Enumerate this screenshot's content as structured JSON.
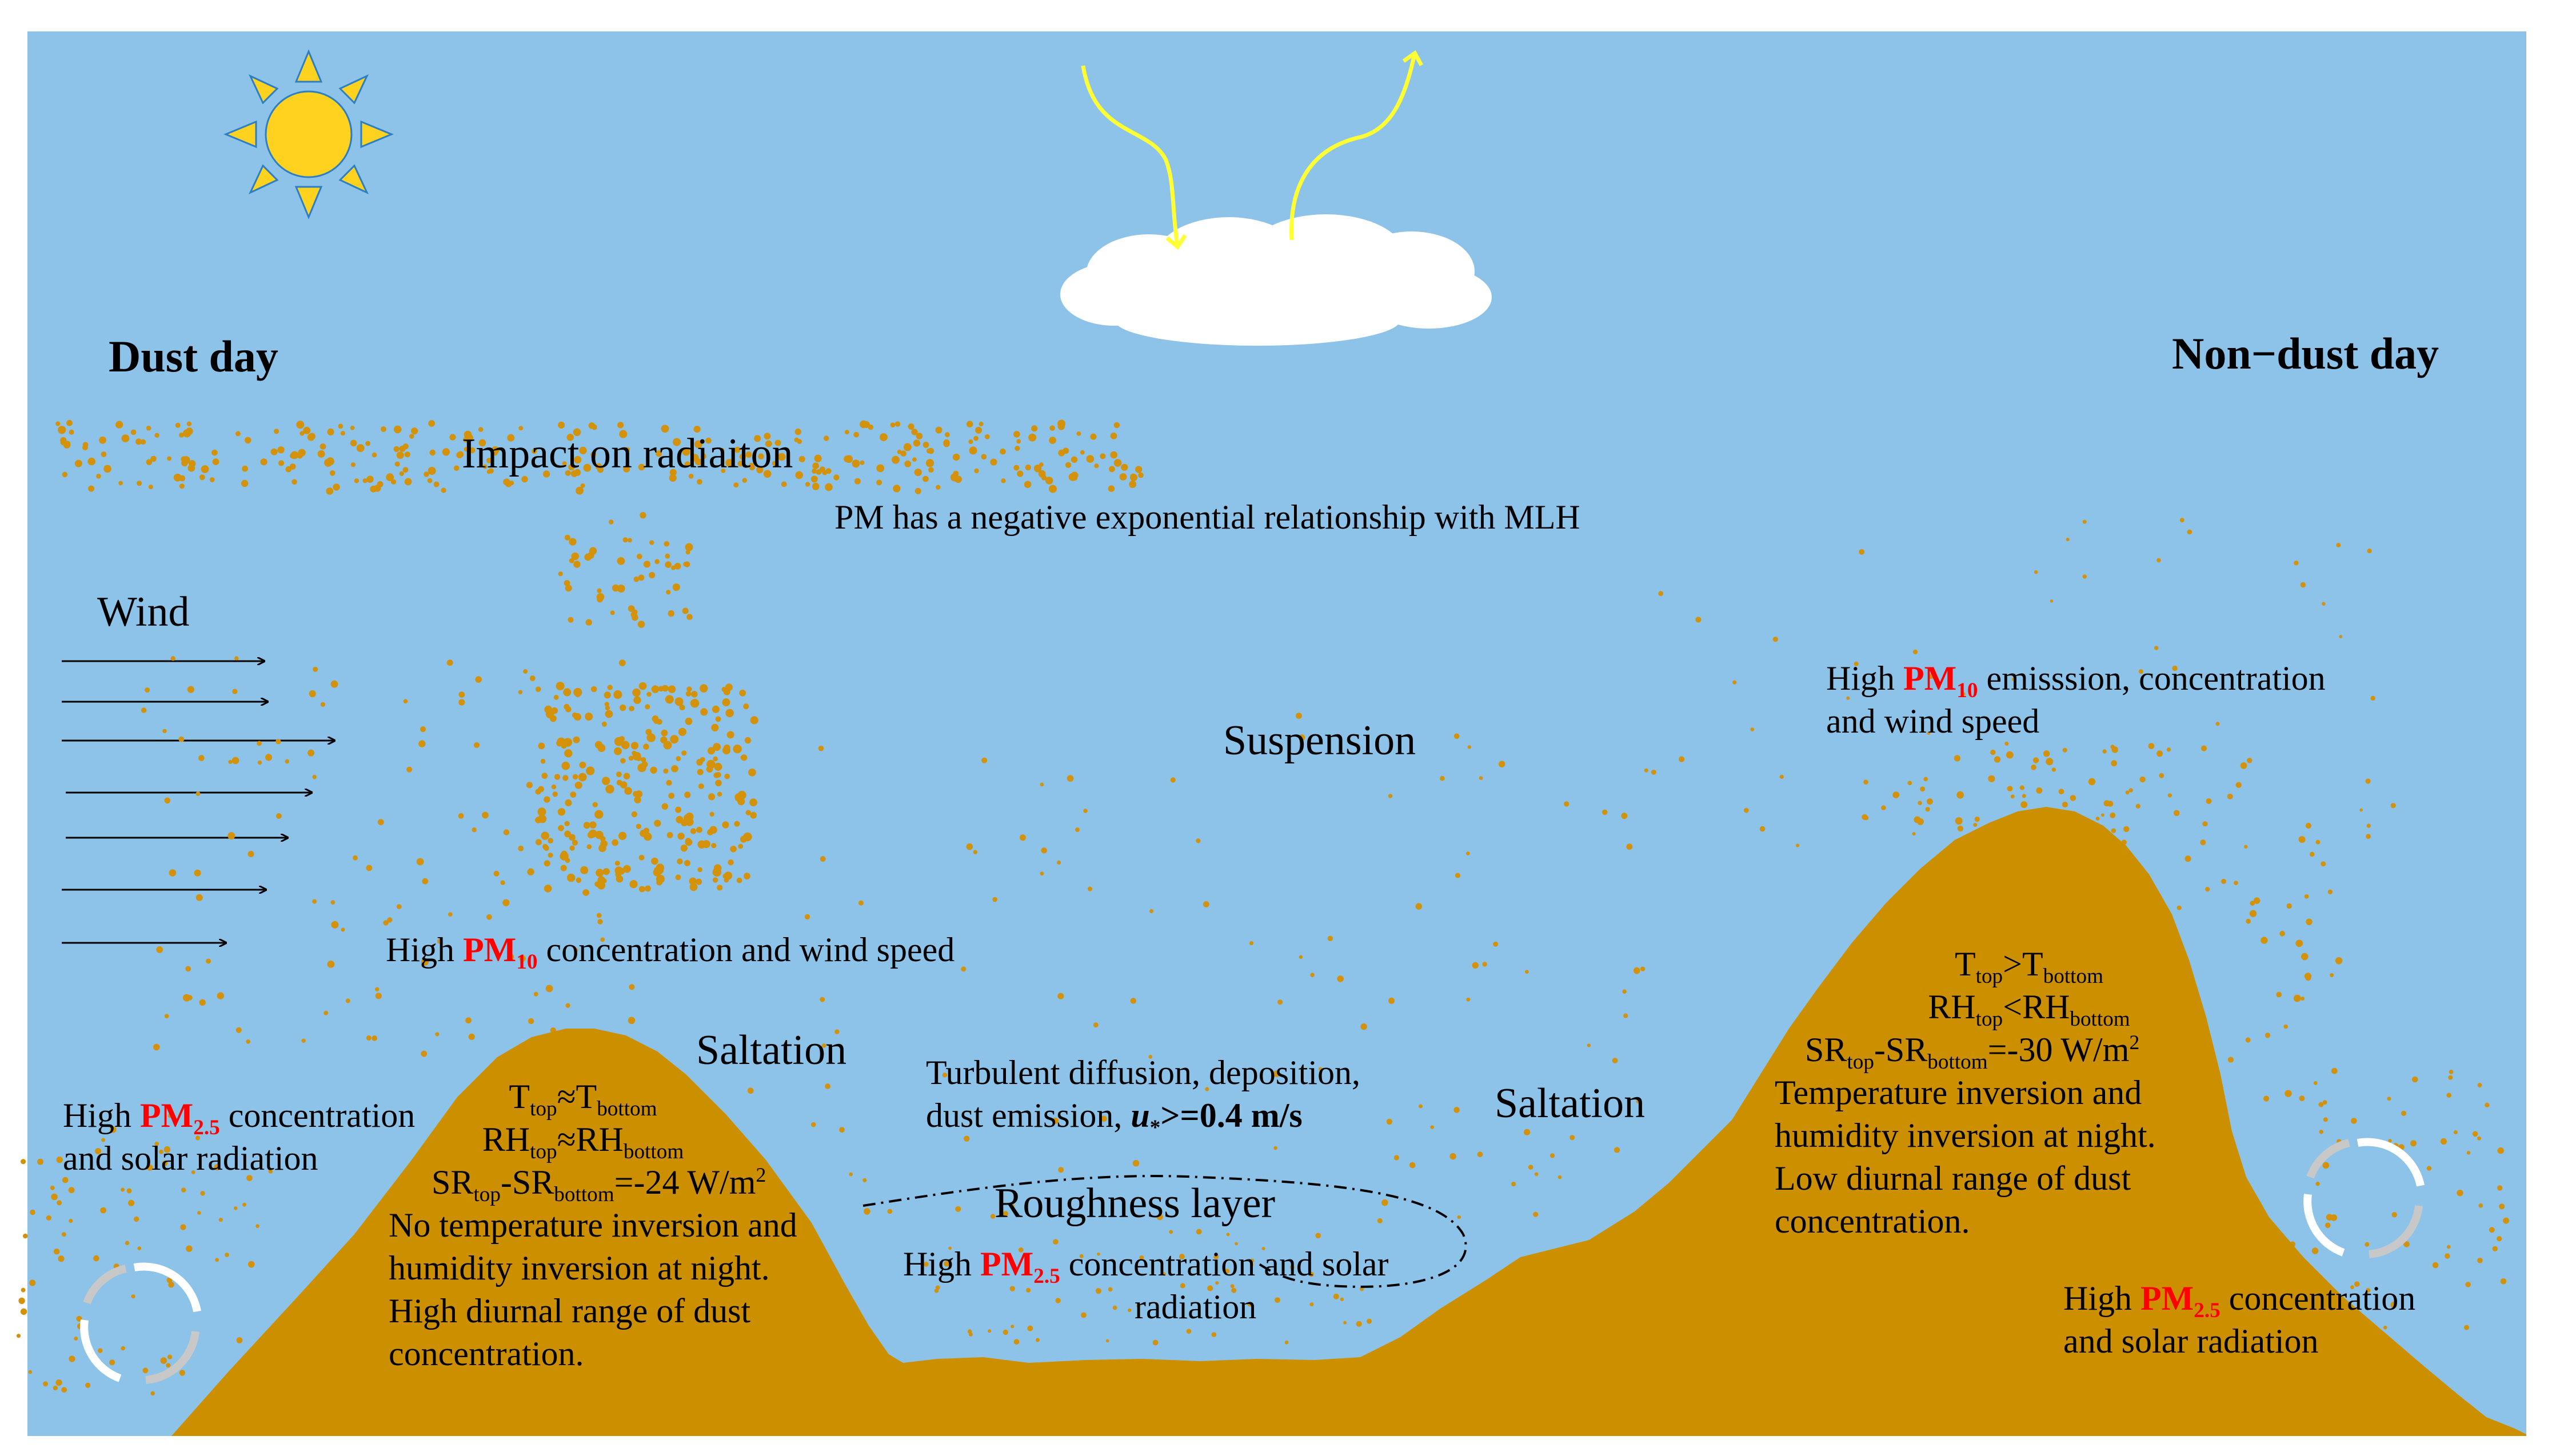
{
  "titles": {
    "dust_day": "Dust day",
    "non_dust_day": "Non−dust day"
  },
  "labels": {
    "impact": "Impact on radiaiton",
    "pm_mlh": "PM has a negative exponential relationship with MLH",
    "wind": "Wind",
    "suspension": "Suspension",
    "saltation_left": "Saltation",
    "saltation_right": "Saltation",
    "roughness": "Roughness layer"
  },
  "left_pm10": {
    "pre": "High ",
    "pm": "PM",
    "sub": "10",
    "post": " concentration and wind speed"
  },
  "left_pm25": {
    "pre": "High ",
    "pm": "PM",
    "sub": "2.5",
    "post": " concentration",
    "line2": "and solar radiation"
  },
  "right_pm10": {
    "pre": "High ",
    "pm": "PM",
    "sub": "10",
    "post": " emisssion, concentration",
    "line2": "and wind speed"
  },
  "right_pm25": {
    "pre": "High ",
    "pm": "PM",
    "sub": "2.5",
    "post": "  concentration",
    "line2": "and solar radiation"
  },
  "mid_pm25": {
    "pre": "High ",
    "pm": "PM",
    "sub": "2.5",
    "post": " concentration and solar",
    "line2": "radiation"
  },
  "turbulent": {
    "line1": "Turbulent diffusion, deposition,",
    "line2_pre": "dust emission, ",
    "ustar": "u",
    "star": "*",
    "line2_post": ">=0.4 m/s"
  },
  "left_hill": {
    "t_pre": "T",
    "t_sub1": "top",
    "t_op": "≈T",
    "t_sub2": "bottom",
    "rh_pre": "RH",
    "rh_sub1": "top",
    "rh_op": "≈RH",
    "rh_sub2": "bottom",
    "sr_pre": "SR",
    "sr_sub1": "top",
    "sr_op": "-SR",
    "sr_sub2": "bottom",
    "sr_val": "=-24 W/m",
    "sr_sup": "2",
    "line4": "No temperature inversion and",
    "line5": "humidity inversion at night.",
    "line6": "High diurnal range of dust",
    "line7": "concentration."
  },
  "right_hill": {
    "t_pre": "T",
    "t_sub1": "top",
    "t_op": ">T",
    "t_sub2": "bottom",
    "rh_pre": "RH",
    "rh_sub1": "top",
    "rh_op": "<RH",
    "rh_sub2": "bottom",
    "sr_pre": "SR",
    "sr_sub1": "top",
    "sr_op": "-SR",
    "sr_sub2": "bottom",
    "sr_val": "=-30 W/m",
    "sr_sup": "2",
    "line4": "Temperature inversion and",
    "line5": "humidity inversion at night.",
    "line6": "Low diurnal range of dust",
    "line7": "concentration."
  },
  "colors": {
    "sky": "#8dc3e8",
    "ground": "#cc8f00",
    "dust": "#d4920a",
    "sun": "#ffd21f",
    "ray": "#ffff33",
    "cloud": "#ffffff",
    "highlight": "#ff0000"
  }
}
